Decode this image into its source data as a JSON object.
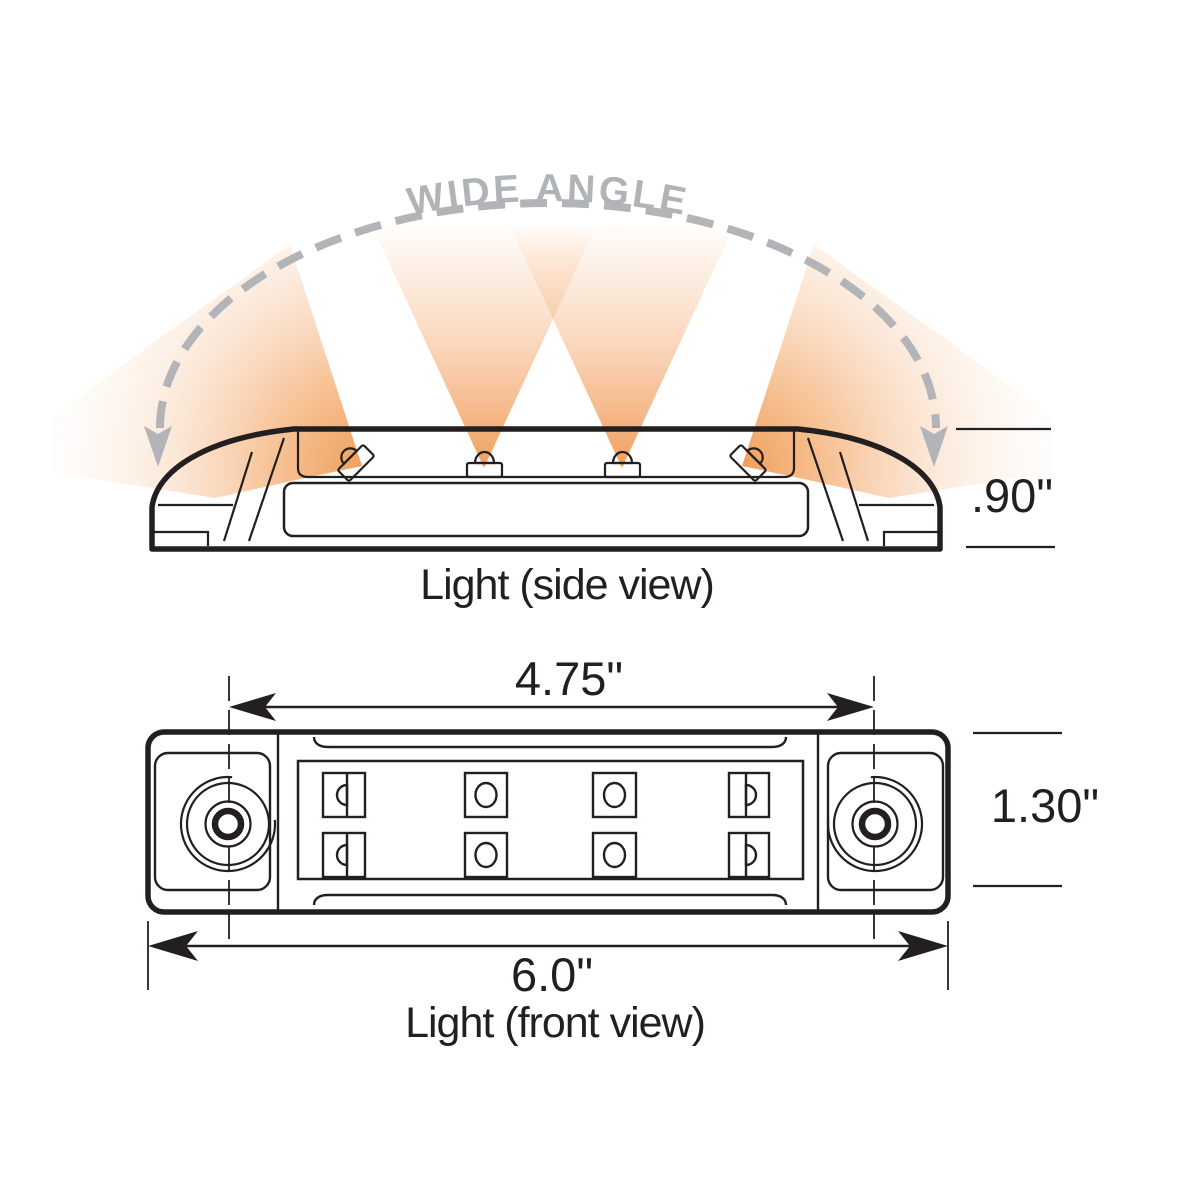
{
  "beam": {
    "label": "WIDE ANGLE",
    "shape": "dashed-arc-180-degrees",
    "cone_count": 4
  },
  "side_view": {
    "caption": "Light (side view)",
    "height_dim": ".90\"",
    "led_count": 4,
    "outer_leds_angled": true
  },
  "front_view": {
    "caption": "Light (front view)",
    "mounting_width_dim": "4.75\"",
    "height_dim": "1.30\"",
    "overall_width_dim": "6.0\"",
    "led_rows": 2,
    "led_columns": 4,
    "screw_count": 2
  },
  "colors": {
    "line": "#231f20",
    "dim_gray": "#b2b4b7",
    "beam_orange": "#f0a064"
  }
}
